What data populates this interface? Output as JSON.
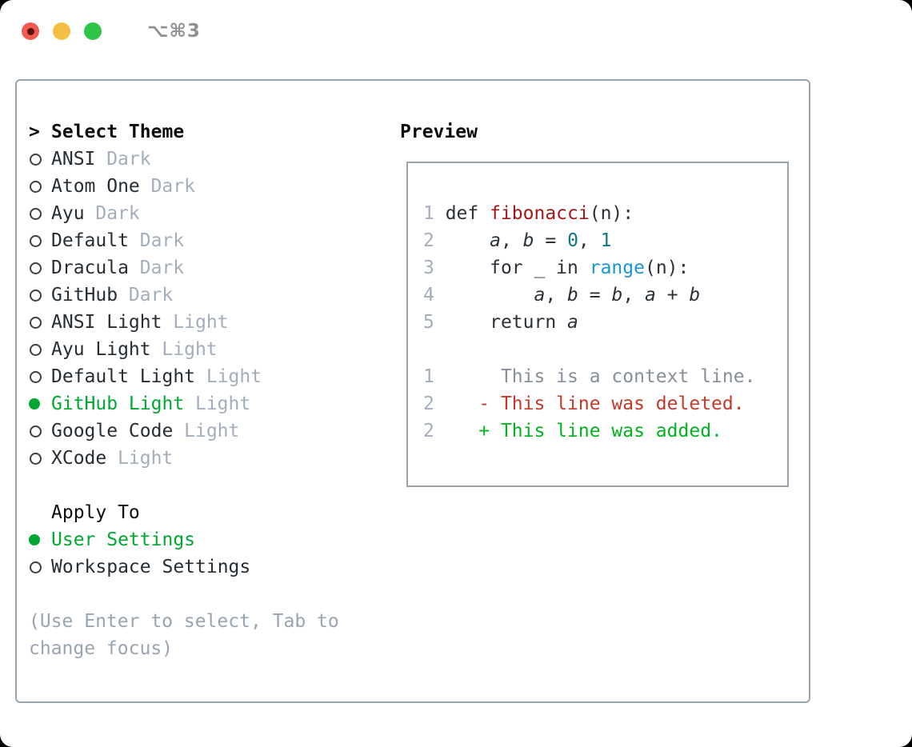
{
  "titlebar": {
    "title": "⌥⌘3"
  },
  "colors": {
    "selection_green": "#00a832",
    "added_green": "#00b31f",
    "deleted_red": "#c1392a",
    "function_red": "#a31919",
    "builtin_blue": "#1b95d2",
    "number_teal": "#0d7b81",
    "muted_gray": "#99a4b2",
    "border_gray": "#99a4ae"
  },
  "theme_section": {
    "header_prefix": ">",
    "header": "Select Theme",
    "items": [
      {
        "name": "ANSI",
        "tag": "Dark",
        "selected": false
      },
      {
        "name": "Atom One",
        "tag": "Dark",
        "selected": false
      },
      {
        "name": "Ayu",
        "tag": "Dark",
        "selected": false
      },
      {
        "name": "Default",
        "tag": "Dark",
        "selected": false
      },
      {
        "name": "Dracula",
        "tag": "Dark",
        "selected": false
      },
      {
        "name": "GitHub",
        "tag": "Dark",
        "selected": false
      },
      {
        "name": "ANSI Light",
        "tag": "Light",
        "selected": false
      },
      {
        "name": "Ayu Light",
        "tag": "Light",
        "selected": false
      },
      {
        "name": "Default Light",
        "tag": "Light",
        "selected": false
      },
      {
        "name": "GitHub Light",
        "tag": "Light",
        "selected": true
      },
      {
        "name": "Google Code",
        "tag": "Light",
        "selected": false
      },
      {
        "name": "XCode",
        "tag": "Light",
        "selected": false
      }
    ]
  },
  "apply_section": {
    "header": "Apply To",
    "items": [
      {
        "name": "User Settings",
        "selected": true
      },
      {
        "name": "Workspace Settings",
        "selected": false
      }
    ]
  },
  "hint": "(Use Enter to select, Tab to change focus)",
  "preview": {
    "header": "Preview",
    "lines": [
      {
        "no": "1",
        "segs": [
          {
            "t": "def ",
            "c": "plain"
          },
          {
            "t": "fibonacci",
            "c": "func"
          },
          {
            "t": "(n):",
            "c": "plain"
          }
        ]
      },
      {
        "no": "2",
        "segs": [
          {
            "t": "    ",
            "c": "plain"
          },
          {
            "t": "a",
            "c": "var"
          },
          {
            "t": ", ",
            "c": "plain"
          },
          {
            "t": "b",
            "c": "var"
          },
          {
            "t": " = ",
            "c": "plain"
          },
          {
            "t": "0",
            "c": "num"
          },
          {
            "t": ", ",
            "c": "plain"
          },
          {
            "t": "1",
            "c": "num"
          }
        ]
      },
      {
        "no": "3",
        "segs": [
          {
            "t": "    for _ in ",
            "c": "plain"
          },
          {
            "t": "range",
            "c": "builtin"
          },
          {
            "t": "(n):",
            "c": "plain"
          }
        ]
      },
      {
        "no": "4",
        "segs": [
          {
            "t": "        ",
            "c": "plain"
          },
          {
            "t": "a",
            "c": "var"
          },
          {
            "t": ", ",
            "c": "plain"
          },
          {
            "t": "b",
            "c": "var"
          },
          {
            "t": " = ",
            "c": "plain"
          },
          {
            "t": "b",
            "c": "var"
          },
          {
            "t": ", ",
            "c": "plain"
          },
          {
            "t": "a",
            "c": "var"
          },
          {
            "t": " + ",
            "c": "plain"
          },
          {
            "t": "b",
            "c": "var"
          }
        ]
      },
      {
        "no": "5",
        "segs": [
          {
            "t": "    return ",
            "c": "plain"
          },
          {
            "t": "a",
            "c": "var"
          }
        ]
      },
      {
        "no": "",
        "segs": []
      },
      {
        "no": "1",
        "segs": [
          {
            "t": "     This is a context line.",
            "c": "context"
          }
        ]
      },
      {
        "no": "2",
        "segs": [
          {
            "t": "   - This line was deleted.",
            "c": "deleted"
          }
        ]
      },
      {
        "no": "2",
        "segs": [
          {
            "t": "   + This line was added.",
            "c": "added"
          }
        ]
      }
    ]
  }
}
